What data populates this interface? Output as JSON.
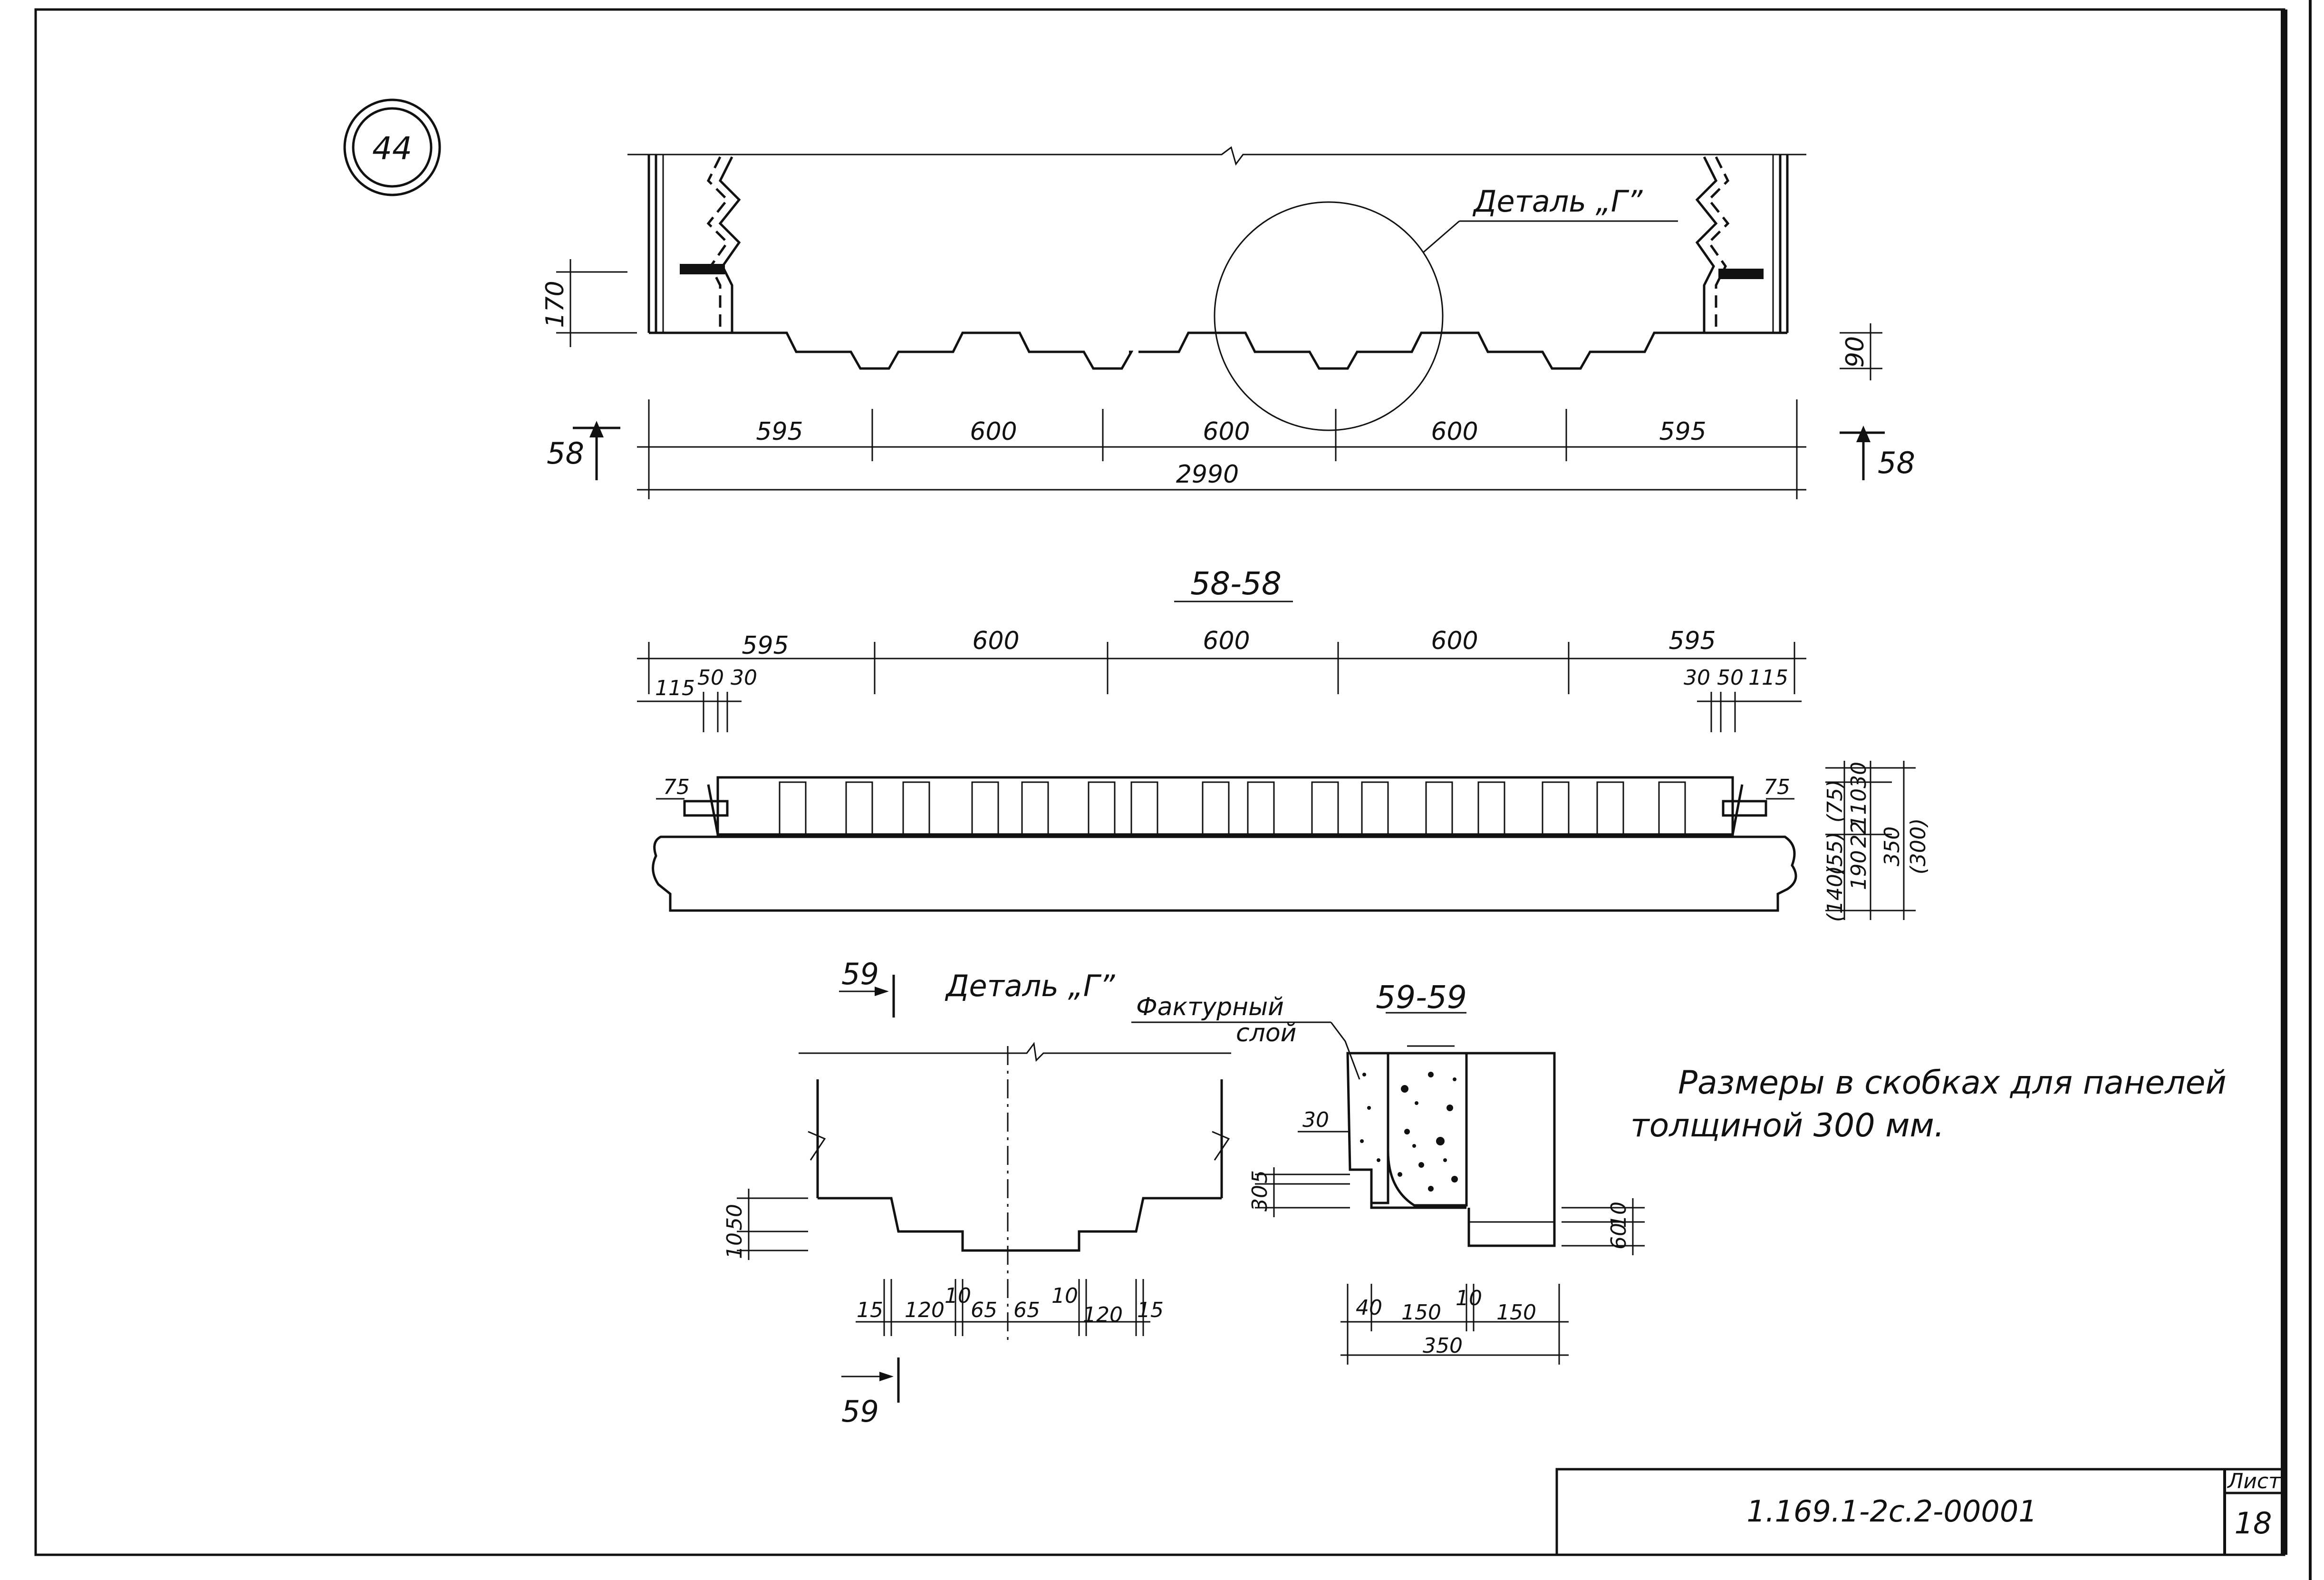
{
  "drawing": {
    "sheet_marker": "44",
    "detail_callout": "Деталь „Г”",
    "section_marks": {
      "left": "58",
      "right": "58"
    },
    "elevation_dims": {
      "height_left": "170",
      "depth_right": "90",
      "spans": [
        "595",
        "600",
        "600",
        "600",
        "595"
      ],
      "total": "2990"
    },
    "section_58": {
      "title": "58-58",
      "spans": [
        "595",
        "600",
        "600",
        "600",
        "595"
      ],
      "left_small": [
        "115",
        "50",
        "30"
      ],
      "right_small": [
        "30",
        "50",
        "115"
      ],
      "end_left": "75",
      "end_right": "75",
      "vertical_dims": [
        "30",
        "110",
        "(75)",
        "(55)",
        "22",
        "190",
        "(140)",
        "350",
        "(300)"
      ]
    },
    "detail_g": {
      "title": "Деталь „Г”",
      "section_ref": "59",
      "left_dims": [
        "10",
        "50"
      ],
      "bottom_dims": [
        "15",
        "120",
        "10",
        "65",
        "65",
        "10",
        "120",
        "15"
      ]
    },
    "section_59": {
      "title": "59-59",
      "layer_label_1": "Фактурный",
      "layer_label_2": "слой",
      "left_dims": [
        "30",
        "30",
        "5"
      ],
      "right_dims": [
        "10",
        "60"
      ],
      "bottom_dims": [
        "40",
        "150",
        "10",
        "150"
      ],
      "total": "350"
    },
    "note_line_1": "Размеры в скобках для панелей",
    "note_line_2": "толщиной 300 мм."
  },
  "title_block": {
    "code": "1.169.1-2с.2-00001",
    "sheet_label": "Лист",
    "sheet_number": "18"
  }
}
